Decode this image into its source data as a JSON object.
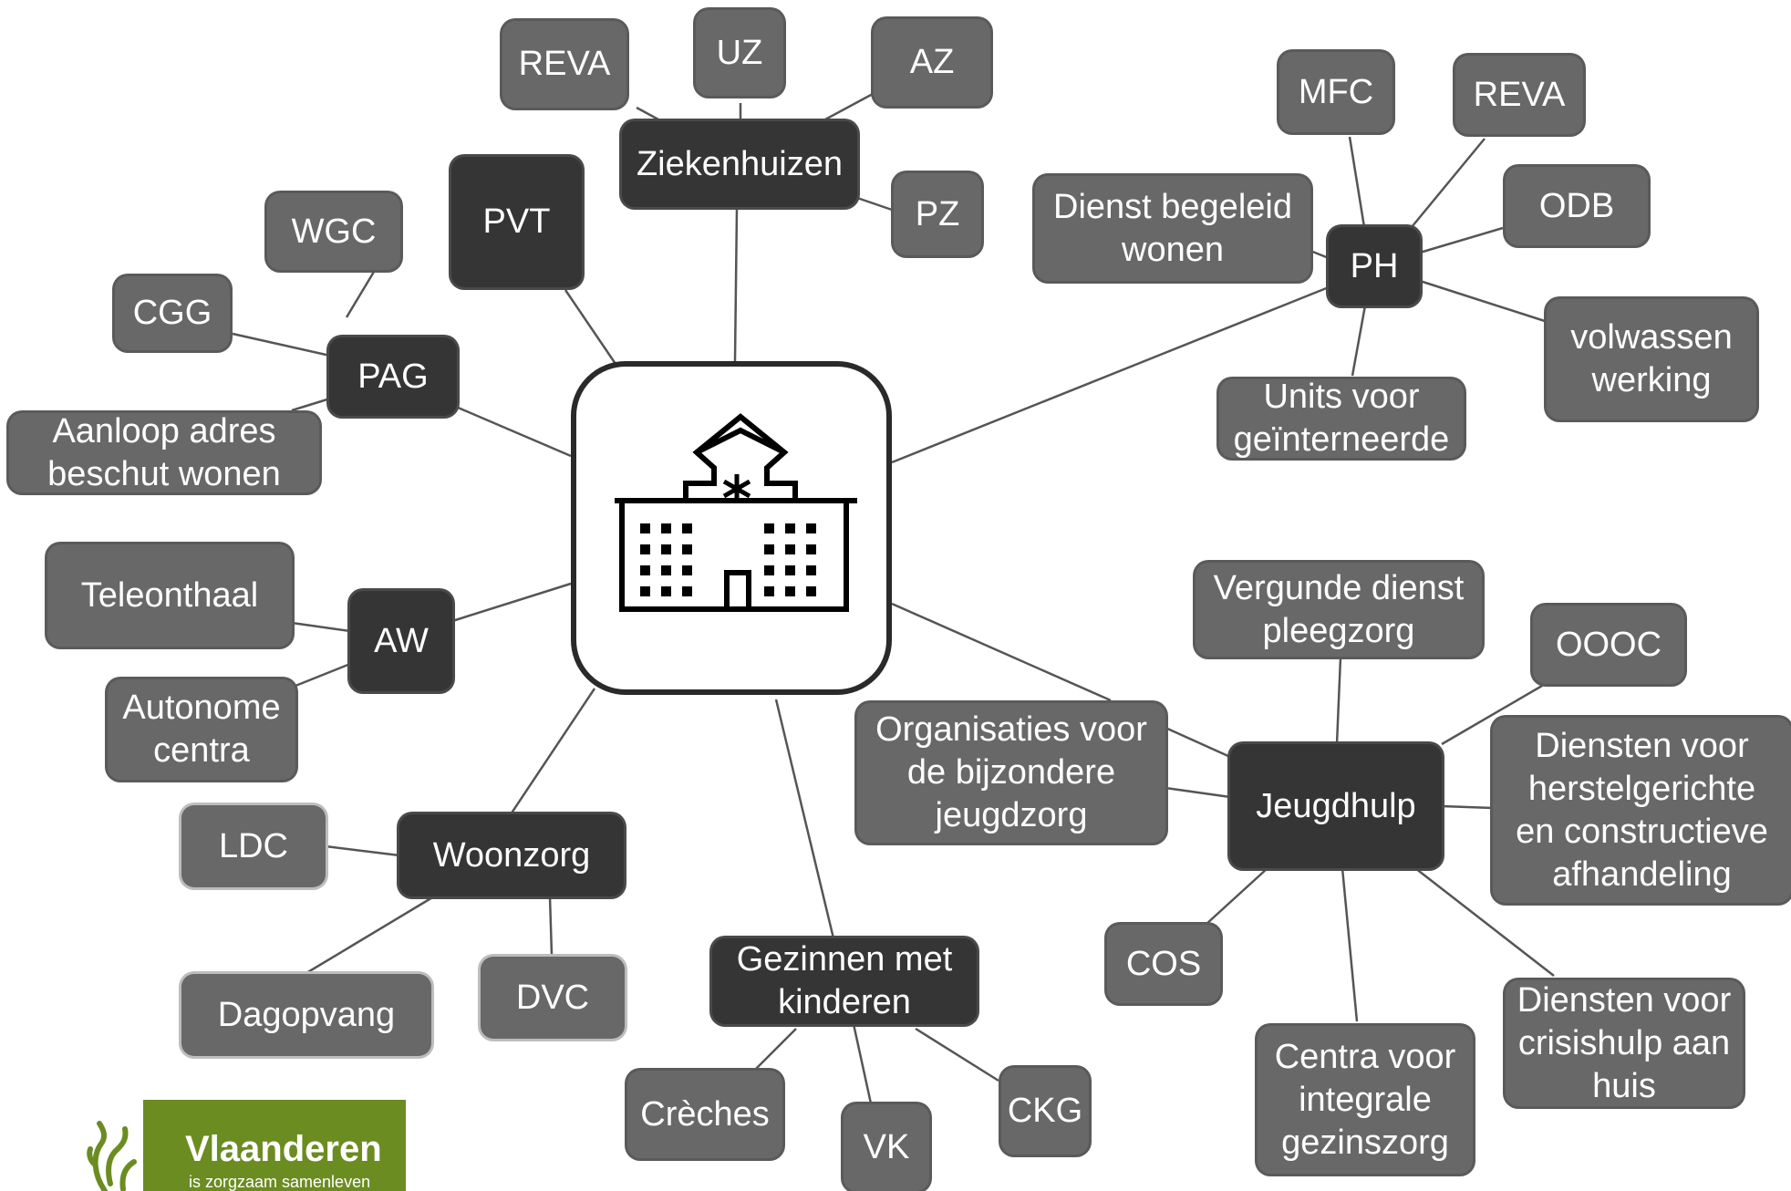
{
  "center": {
    "icon": "hospital-icon"
  },
  "nodes": {
    "ziekenhuizen": "Ziekenhuizen",
    "reva1": "REVA",
    "uz": "UZ",
    "az": "AZ",
    "pz": "PZ",
    "pvt": "PVT",
    "pag": "PAG",
    "wgc": "WGC",
    "cgg": "CGG",
    "aanloop": "Aanloop adres\nbeschut wonen",
    "ph": "PH",
    "mfc": "MFC",
    "reva2": "REVA",
    "odb": "ODB",
    "dbw": "Dienst begeleid\nwonen",
    "volwassen": "volwassen\nwerking",
    "units": "Units voor\ngeïnterneerde",
    "aw": "AW",
    "teleonthaal": "Teleonthaal",
    "autonome": "Autonome\ncentra",
    "woonzorg": "Woonzorg",
    "ldc": "LDC",
    "dagopvang": "Dagopvang",
    "dvc": "DVC",
    "gezinnen": "Gezinnen met\nkinderen",
    "creches": "Crèches",
    "vk": "VK",
    "ckg": "CKG",
    "jeugdhulp": "Jeugdhulp",
    "vergunde": "Vergunde dienst\npleegzorg",
    "oooc": "OOOC",
    "obj": "Organisaties voor\nde bijzondere\njeugdzorg",
    "herstel": "Diensten voor\nherstelgerichte\nen constructieve\nafhandeling",
    "cos": "COS",
    "cig": "Centra voor\nintegrale\ngezinszorg",
    "crisis": "Diensten voor\ncrisishulp aan\nhuis"
  },
  "logo": {
    "brand": "Vlaanderen",
    "tagline": "is zorgzaam samenleven",
    "banner_color": "#6b8c21"
  },
  "colors": {
    "hub_fill": "#353535",
    "leaf_fill": "#686868",
    "edge": "#555555"
  }
}
